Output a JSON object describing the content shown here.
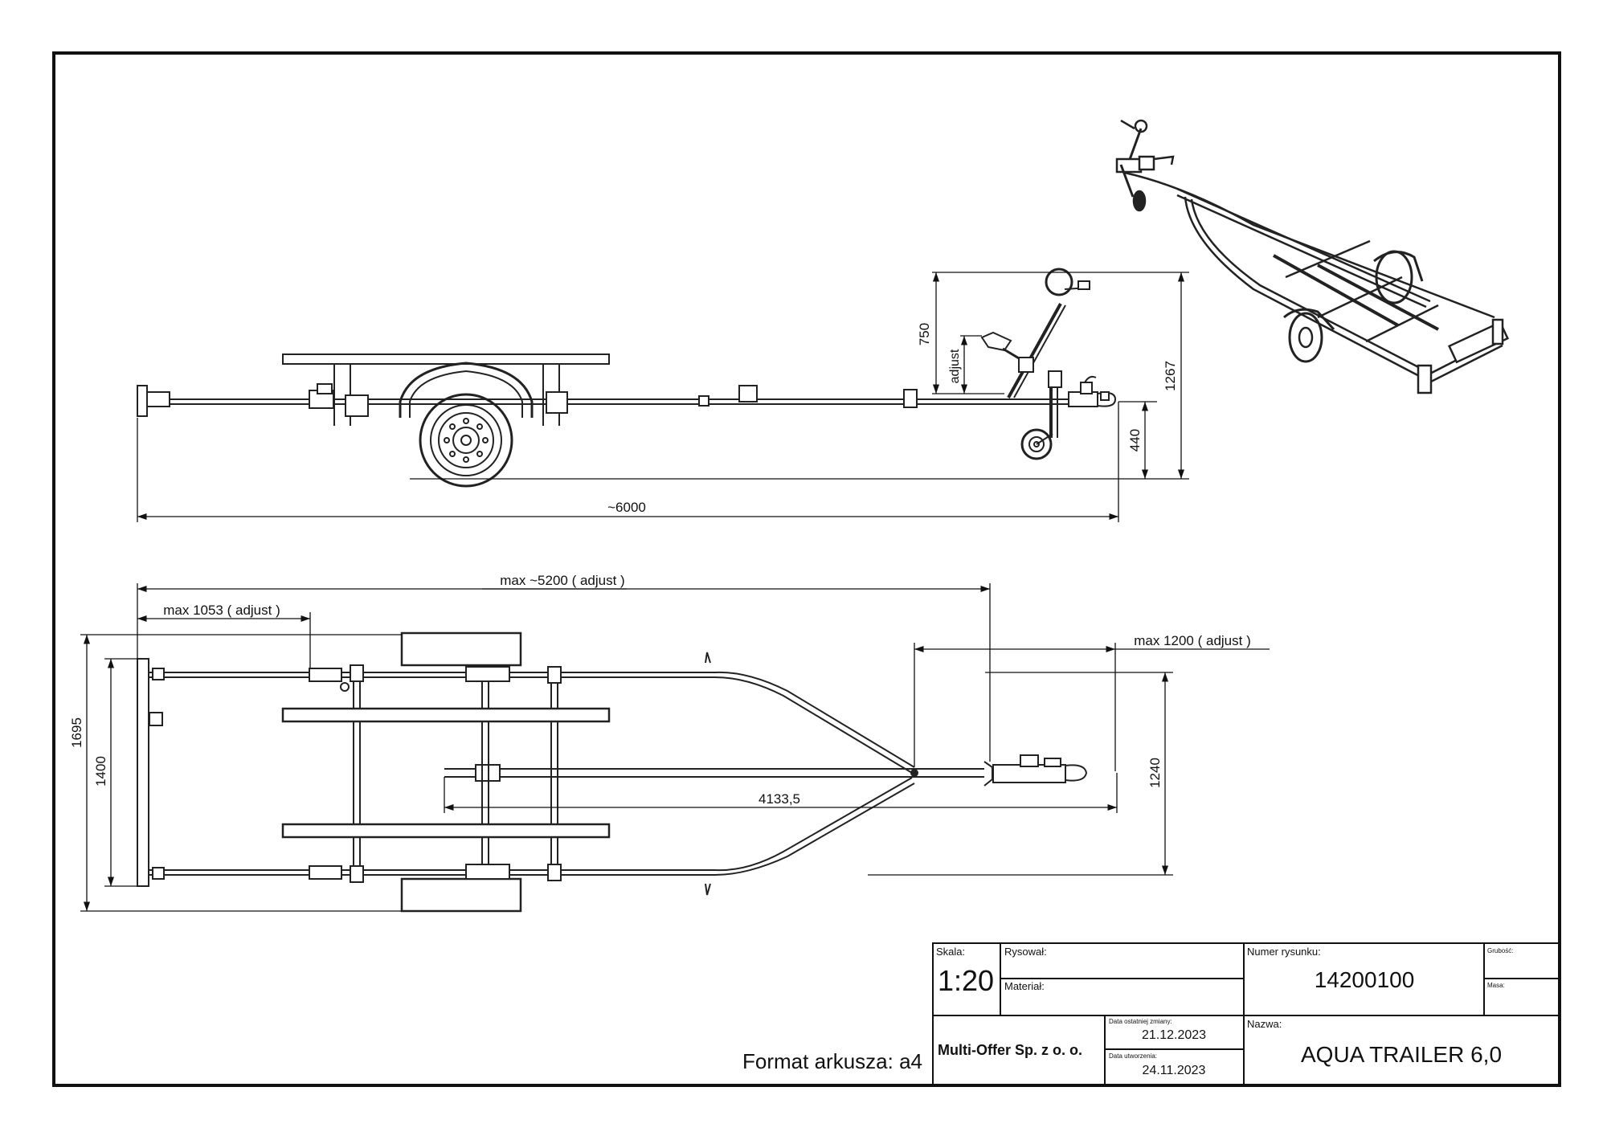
{
  "side_view": {
    "dims": {
      "overall_length": "~6000",
      "winch_height": "750",
      "winch_adjust": "adjust",
      "total_height": "1267",
      "hitch_height": "440"
    }
  },
  "top_view": {
    "dims": {
      "max_length": "max ~5200 ( adjust )",
      "rear_adjust": "max 1053 ( adjust )",
      "front_adjust": "max 1200 ( adjust )",
      "overall_width": "1695",
      "inner_width": "1400",
      "frame_width": "1240",
      "drawbar_length": "4133,5"
    }
  },
  "sheet_format": "Format arkusza: a4",
  "title_block": {
    "scale_label": "Skala:",
    "scale_value": "1:20",
    "drawn_by_label": "Rysował:",
    "material_label": "Materiał:",
    "drawing_number_label": "Numer rysunku:",
    "drawing_number": "14200100",
    "thickness_label": "Grubość:",
    "mass_label": "Masa:",
    "company": "Multi-Offer Sp. z o. o.",
    "last_change_label": "Data ostatniej zmiany:",
    "last_change_date": "21.12.2023",
    "created_label": "Data utworzenia:",
    "created_date": "24.11.2023",
    "name_label": "Nazwa:",
    "name_value": "AQUA TRAILER 6,0"
  }
}
